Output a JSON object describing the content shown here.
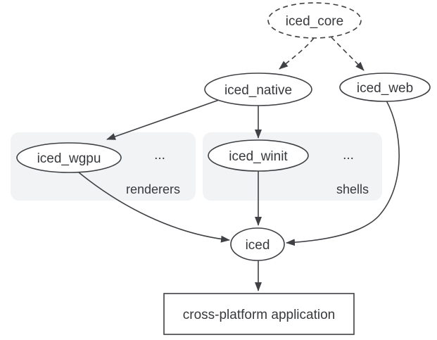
{
  "nodes": {
    "iced_core": "iced_core",
    "iced_native": "iced_native",
    "iced_web": "iced_web",
    "iced_wgpu": "iced_wgpu",
    "iced_winit": "iced_winit",
    "iced": "iced",
    "application": "cross-platform application"
  },
  "groups": {
    "renderers": {
      "label": "renderers",
      "ellipsis": "..."
    },
    "shells": {
      "label": "shells",
      "ellipsis": "..."
    }
  },
  "edges": [
    {
      "from": "iced_core",
      "to": "iced_native",
      "style": "dashed"
    },
    {
      "from": "iced_core",
      "to": "iced_web",
      "style": "dashed"
    },
    {
      "from": "iced_native",
      "to": "iced_wgpu",
      "style": "solid"
    },
    {
      "from": "iced_native",
      "to": "iced_winit",
      "style": "solid"
    },
    {
      "from": "iced_wgpu",
      "to": "iced",
      "style": "solid"
    },
    {
      "from": "iced_winit",
      "to": "iced",
      "style": "solid"
    },
    {
      "from": "iced_web",
      "to": "iced",
      "style": "solid"
    },
    {
      "from": "iced",
      "to": "application",
      "style": "solid"
    }
  ],
  "colors": {
    "accent_blue": "#1a73e8",
    "group_background": "#f1f3f4",
    "line": "#3f4145",
    "text": "#37393c",
    "node_fill": "#ffffff"
  }
}
